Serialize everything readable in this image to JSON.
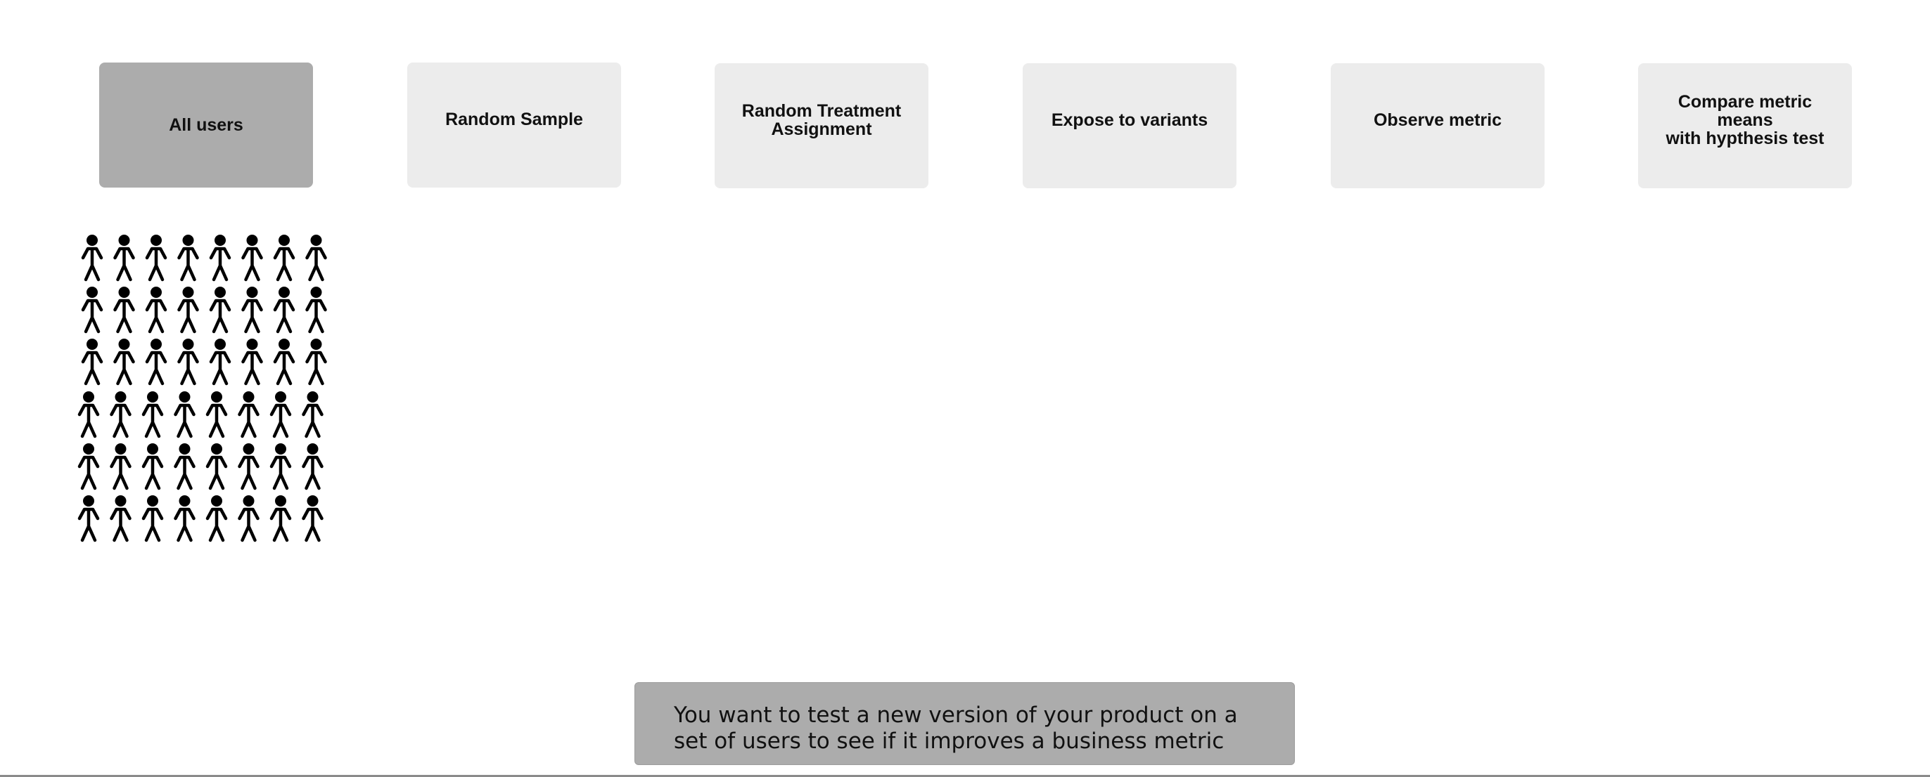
{
  "steps": [
    {
      "label": "All users",
      "active": true
    },
    {
      "label": "Random Sample",
      "active": false
    },
    {
      "label": "Random Treatment\nAssignment",
      "active": false
    },
    {
      "label": "Expose to variants",
      "active": false
    },
    {
      "label": "Observe metric",
      "active": false
    },
    {
      "label": "Compare metric means\nwith hypthesis test",
      "active": false
    }
  ],
  "population": {
    "icon": "person-icon",
    "rows": 6,
    "columns": 8,
    "color": "#000000"
  },
  "message": "You want to test a new version of your product on a set of users to see if it improves a business metric",
  "colors": {
    "step_active": "#acacac",
    "step_inactive": "#ececec",
    "message_background": "#acacac"
  }
}
